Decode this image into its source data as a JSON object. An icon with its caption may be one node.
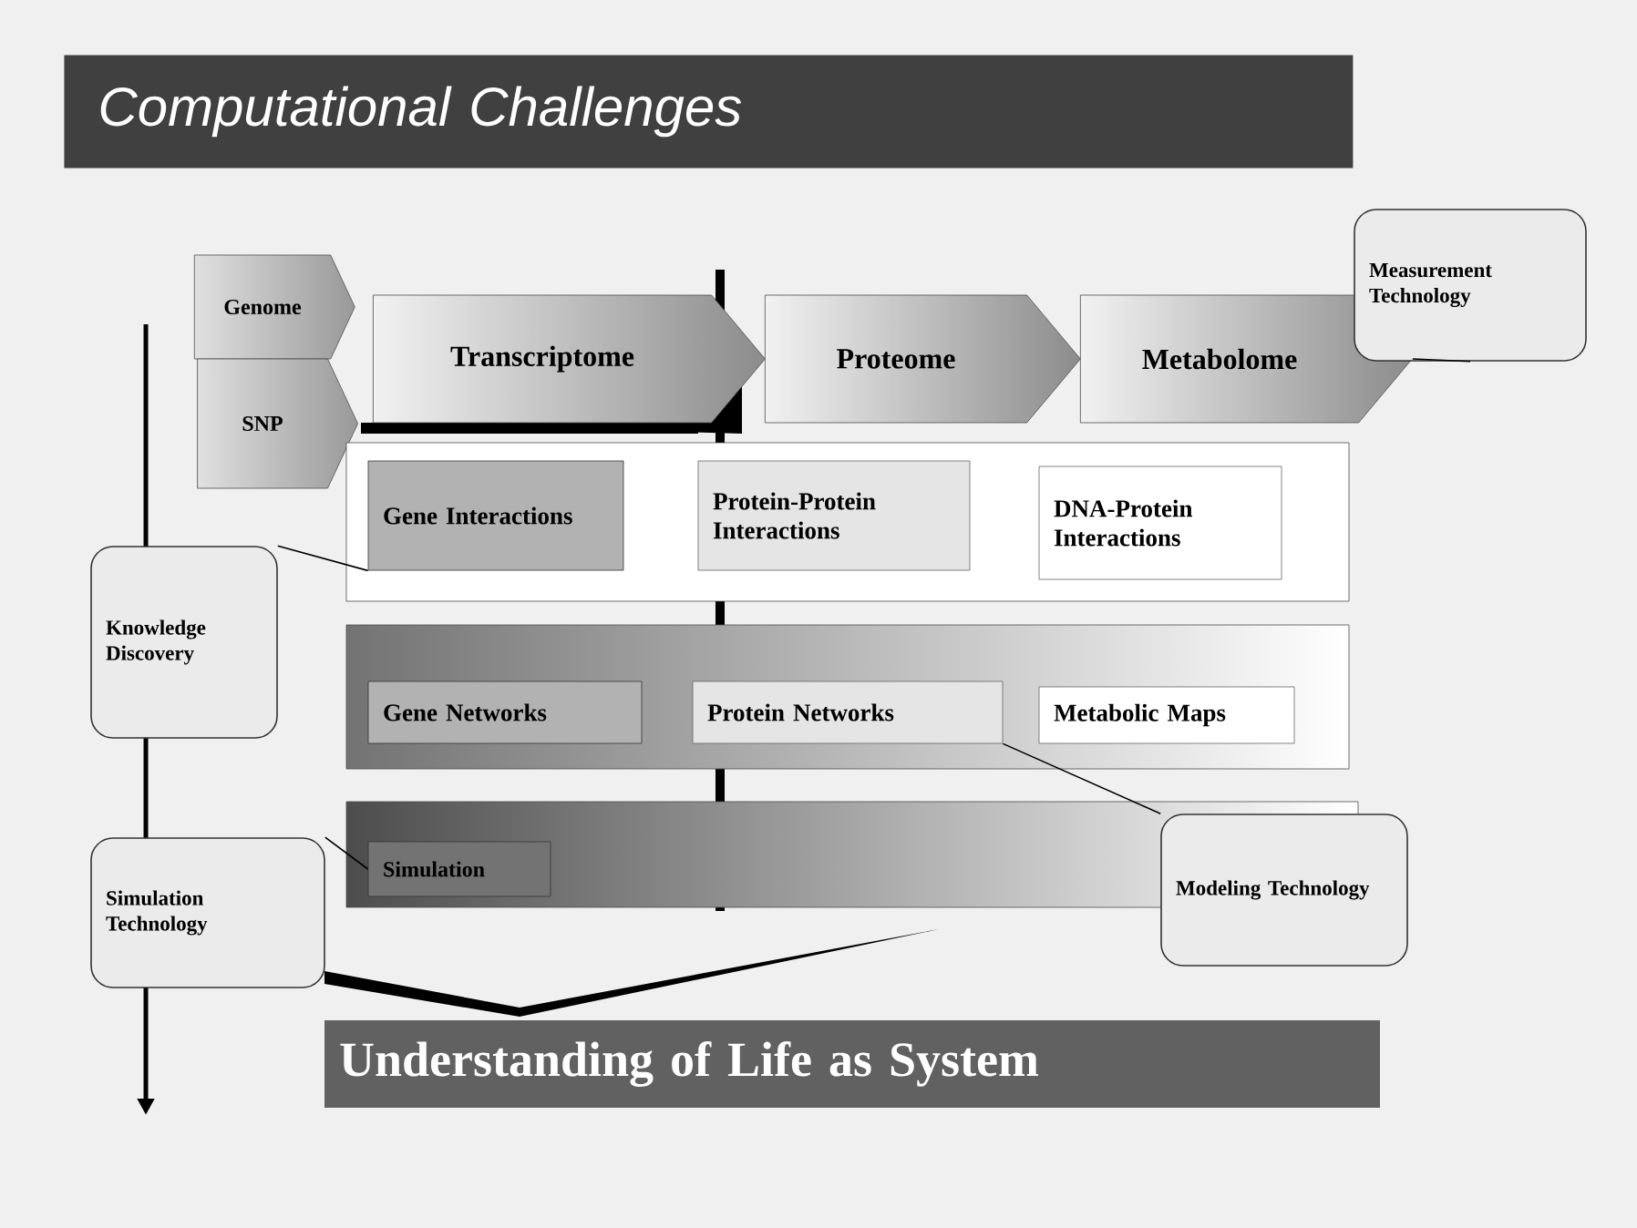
{
  "diagram": {
    "title": "Computational Challenges",
    "nodes": [
      {
        "text": [
          "Genome"
        ]
      },
      {
        "text": [
          "SNP"
        ]
      },
      {
        "text": [
          "Transcriptome"
        ]
      },
      {
        "text": [
          "Proteome"
        ]
      },
      {
        "text": [
          "Metabolome"
        ]
      },
      {
        "text": [
          "Measurement Technology"
        ]
      },
      {
        "text": [],
        "shape": "box"
      },
      {
        "text": [
          "Gene Interactions"
        ],
        "in": 6
      },
      {
        "text": [
          "Protein-Protein Interactions"
        ],
        "in": 6
      },
      {
        "text": [
          "DNA-Protein Interactions"
        ],
        "in": 6
      },
      {
        "text": [
          "Knowledge Discovery"
        ]
      },
      {
        "text": [],
        "shape": "box"
      },
      {
        "text": [
          "Gene Networks"
        ],
        "in": 11
      },
      {
        "text": [
          "Protein Networks"
        ],
        "in": 11
      },
      {
        "text": [
          "Metabolic Maps"
        ],
        "in": 11
      },
      {
        "text": [],
        "shape": "box"
      },
      {
        "text": [
          "Simulation"
        ],
        "in": 15
      },
      {
        "text": [
          "Simulation Technology"
        ]
      },
      {
        "text": [
          "Modeling Technology"
        ]
      },
      {
        "text": [
          "Understanding of Life as System"
        ]
      }
    ],
    "edges": [
      {
        "from": 5,
        "to": 4,
        "arrow": "none"
      },
      {
        "from": 10,
        "to": 7,
        "arrow": "none"
      },
      {
        "from": 17,
        "to": 16,
        "arrow": "none"
      },
      {
        "from": 18,
        "to": 13,
        "arrow": "none"
      }
    ]
  }
}
